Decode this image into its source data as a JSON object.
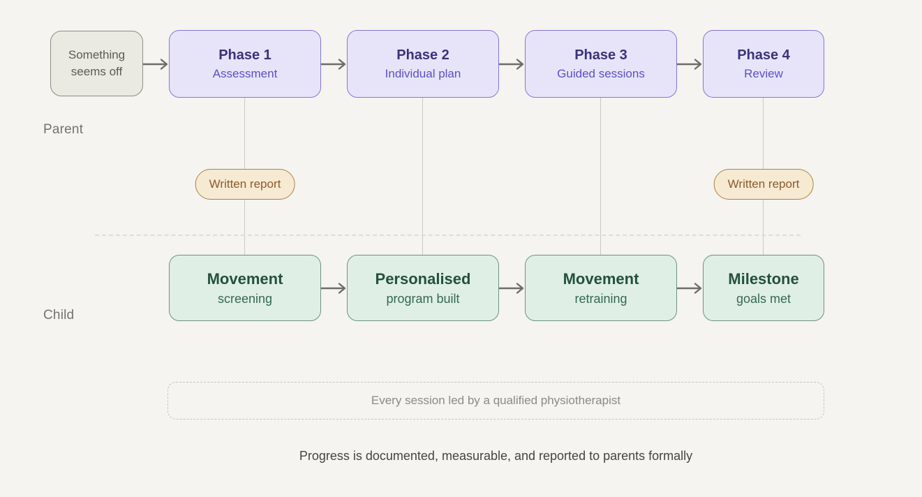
{
  "lanes": {
    "parent_label": "Parent",
    "child_label": "Child"
  },
  "start_box": {
    "label": "Something seems off"
  },
  "phases": [
    {
      "title": "Phase 1",
      "subtitle": "Assessment"
    },
    {
      "title": "Phase 2",
      "subtitle": "Individual plan"
    },
    {
      "title": "Phase 3",
      "subtitle": "Guided sessions"
    },
    {
      "title": "Phase 4",
      "subtitle": "Review"
    }
  ],
  "child_steps": [
    {
      "title": "Movement",
      "subtitle": "screening"
    },
    {
      "title": "Personalised",
      "subtitle": "program built"
    },
    {
      "title": "Movement",
      "subtitle": "retraining"
    },
    {
      "title": "Milestone",
      "subtitle": "goals met"
    }
  ],
  "deliverables": [
    {
      "label": "Written report"
    },
    {
      "label": "Written report"
    }
  ],
  "footer": {
    "banner": "Every session led by a qualified physiotherapist",
    "note": "Progress is documented, measurable, and reported to parents formally"
  },
  "colors": {
    "background": "#f5f4f0",
    "phase_fill": "#e7e4fa",
    "phase_border": "#8277d8",
    "phase_title_text": "#3b3277",
    "phase_subtitle_text": "#5a50c4",
    "child_fill": "#e0efe6",
    "child_border": "#6c9381",
    "child_title_text": "#24513c",
    "child_subtitle_text": "#336a50",
    "start_fill": "#eae9e2",
    "start_border": "#8d8d83",
    "pill_fill": "#f7ead3",
    "pill_border": "#ad8045",
    "pill_text": "#8a5a2a",
    "arrow": "#6d6d66",
    "lane_label_text": "#73736c",
    "note_text": "#45453f"
  }
}
